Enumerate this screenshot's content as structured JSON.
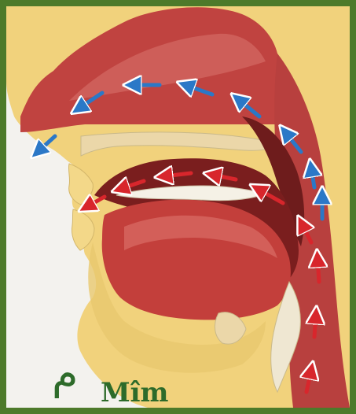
{
  "letter": "م",
  "caption": "Mîm",
  "colors": {
    "frame": "#4d7a2a",
    "paper": "#f3f2ee",
    "skin": "#f1d27c",
    "muscle": "#bd3f3d",
    "dark": "#6e1c1c",
    "nasal_arrow": "#2b78c7",
    "oral_arrow": "#d8262c",
    "text": "#2d6b2a"
  },
  "airflow": {
    "nasal_arrow_icon": "blue-arrow",
    "oral_arrow_icon": "red-arrow"
  }
}
